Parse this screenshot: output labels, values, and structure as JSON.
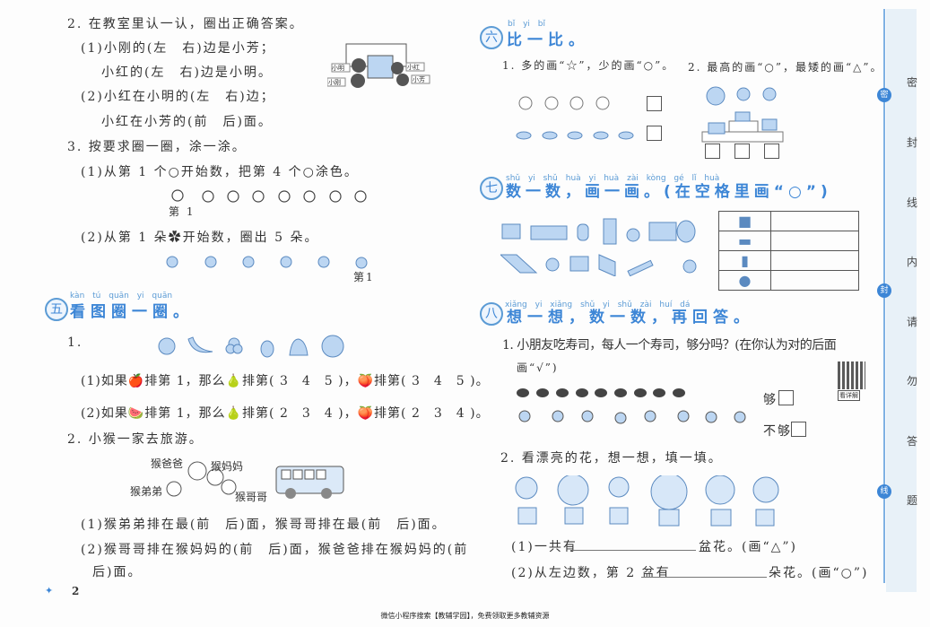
{
  "left": {
    "q2": {
      "title": "2. 在教室里认一认，圈出正确答案。",
      "a": "(1)小刚的(左　右)边是小芳；",
      "b": "小红的(左　右)边是小明。",
      "c": "(2)小红在小明的(左　右)边；",
      "d": "小红在小芳的(前　后)面。",
      "labels": [
        "小明",
        "小红",
        "小刚",
        "小芳"
      ]
    },
    "q3": {
      "title": "3. 按要求圈一圈，涂一涂。",
      "a": "(1)从第 1 个○开始数，把第 4 个○涂色。",
      "first_a": "第 1",
      "b": "(2)从第 1 朵✿开始数，圈出 5 朵。",
      "first_b": "第1"
    },
    "sec5": {
      "num": "五",
      "pinyin": "kàn tú quān yi quān",
      "title": "看图圈一圈。",
      "q1": "1.",
      "q1a": "(1)如果🍎排第 1，那么🍐排第( 3　4　5 )，🍑排第( 3　4　5 )。",
      "q1b": "(2)如果🍉排第 1，那么🍐排第( 2　3　4 )，🍑排第( 2　3　4 )。",
      "q2": "2. 小猴一家去旅游。",
      "monkeys": [
        "猴爸爸",
        "猴妈妈",
        "猴弟弟",
        "猴哥哥"
      ],
      "q2a": "(1)猴弟弟排在最(前　后)面，猴哥哥排在最(前　后)面。",
      "q2b": "(2)猴哥哥排在猴妈妈的(前　后)面，猴爸爸排在猴妈妈的(前",
      "q2c": "后)面。"
    },
    "page_number": "2"
  },
  "right": {
    "sec6": {
      "num": "六",
      "pinyin": "bǐ yi bǐ",
      "title": "比一比。",
      "q1": "1. 多的画“☆”，少的画“○”。",
      "q2": "2. 最高的画“○”，最矮的画“△”。"
    },
    "sec7": {
      "num": "七",
      "pinyin": "shǔ yi shǔ　huà yi huà　zài kòng gé lǐ huà",
      "title": "数一数，画一画。(在空格里画“○”)"
    },
    "sec8": {
      "num": "八",
      "pinyin": "xiǎng yi xiǎng　shǔ yi shǔ　zài huí dá",
      "title": "想一想，数一数，再回答。",
      "q1": "1. 小朋友吃寿司，每人一个寿司，够分吗？(在你认为对的后面",
      "q1b": "画“√”)",
      "enough": "够",
      "not_enough": "不够",
      "qr_label": "看详解",
      "q2": "2. 看漂亮的花，想一想，填一填。",
      "q2a": "(1)一共有",
      "q2a_end": "盆花。(画“△”)",
      "q2b": "(2)从左边数，第 2 盆有",
      "q2b_end": "朵花。(画“○”)"
    }
  },
  "sidebar": {
    "dots": [
      "密",
      "封",
      "线"
    ],
    "chars": [
      "密",
      "封",
      "线",
      "内",
      "请",
      "勿",
      "答",
      "题"
    ]
  },
  "footer": "微信小程序搜索【教辅学园】，免费领取更多教辅资源",
  "colors": {
    "accent": "#3d86d6",
    "fill": "#bcd6f2"
  }
}
